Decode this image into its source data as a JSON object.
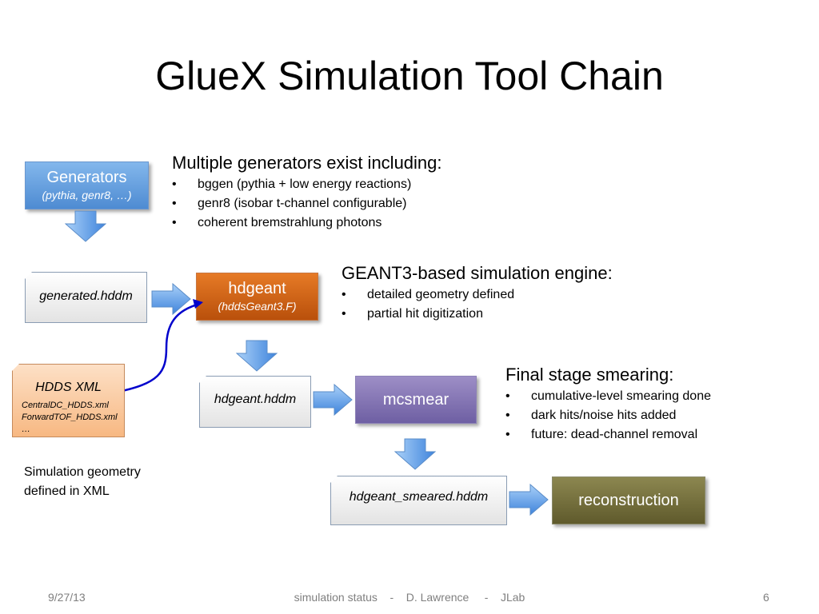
{
  "slide": {
    "title": "GlueX Simulation Tool Chain"
  },
  "boxes": {
    "generators": {
      "main": "Generators",
      "sub": "(pythia, genr8, …)"
    },
    "hdgeant": {
      "main": "hdgeant",
      "sub": "(hddsGeant3.F)"
    },
    "mcsmear": {
      "main": "mcsmear"
    },
    "reconstruction": {
      "main": "reconstruction"
    }
  },
  "files": {
    "generated": "generated.hddm",
    "hdgeant": "hdgeant.hddm",
    "smeared": "hdgeant_smeared.hddm",
    "hdds": {
      "title": "HDDS XML",
      "lines": [
        "CentralDC_HDDS.xml",
        "ForwardTOF_HDDS.xml",
        "…"
      ]
    }
  },
  "notes": {
    "generators": {
      "heading": "Multiple generators exist including:",
      "bullets": [
        "bggen (pythia + low energy reactions)",
        "genr8 (isobar t-channel configurable)",
        "coherent bremstrahlung photons"
      ]
    },
    "geant": {
      "heading": "GEANT3-based simulation engine:",
      "bullets": [
        "detailed geometry defined",
        "partial hit digitization"
      ]
    },
    "smearing": {
      "heading": "Final stage smearing:",
      "bullets": [
        "cumulative-level smearing done",
        "dark hits/noise hits added",
        "future: dead-channel removal"
      ]
    },
    "geometry": {
      "line1": "Simulation geometry",
      "line2": "defined in XML"
    }
  },
  "footer": {
    "date": "9/27/13",
    "center": "simulation status    -    D. Lawrence     -    JLab",
    "page": "6"
  },
  "colors": {
    "generators_box": "#5b96db",
    "hdgeant_box": "#d0620f",
    "mcsmear_box": "#8373b5",
    "reconstruction_box": "#77723f",
    "hdds_doc": "#fbc99b",
    "arrow_fill": "#5d9ee8",
    "connector": "#0000cc"
  }
}
